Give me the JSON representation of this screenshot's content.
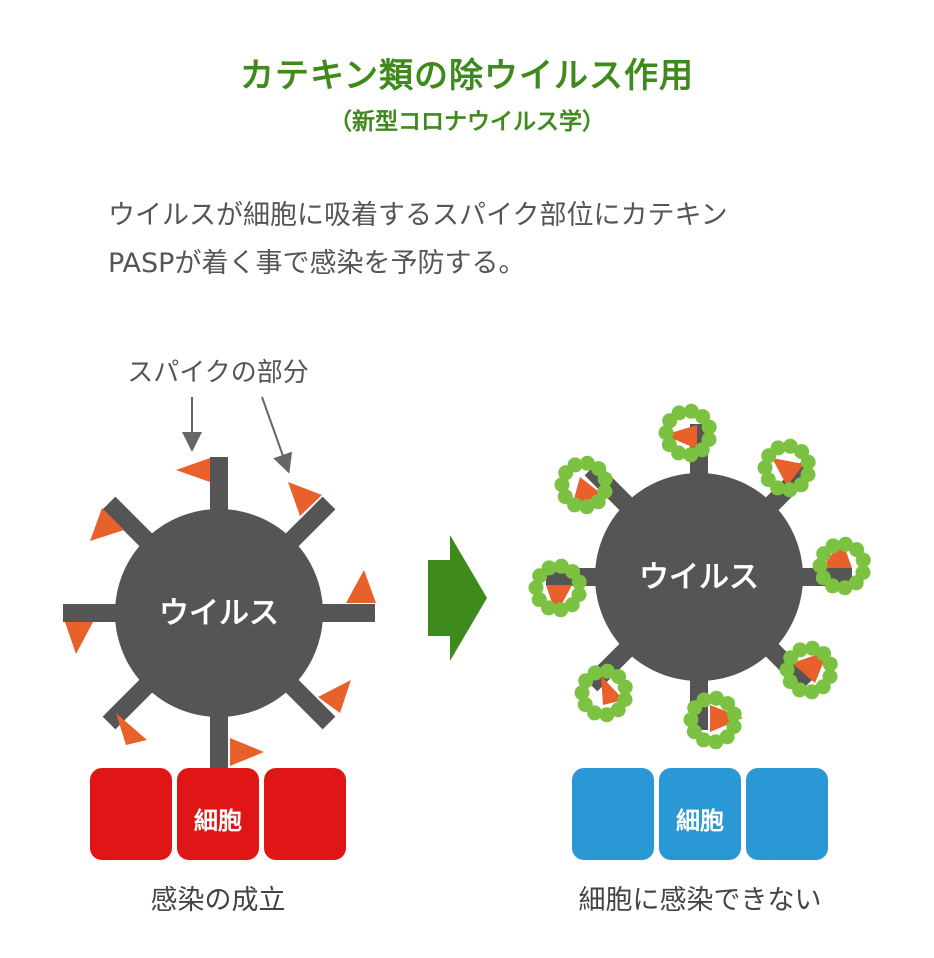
{
  "title": "カテキン類の除ウイルス作用",
  "subtitle": "（新型コロナウイルス学）",
  "description": {
    "line1": "ウイルスが細胞に吸着するスパイク部位にカテキン",
    "line2": "PASPが着く事で感染を予防する。"
  },
  "left_panel": {
    "spike_callout": "スパイクの部分",
    "virus_label": "ウイルス",
    "cell_label": "細胞",
    "caption": "感染の成立"
  },
  "right_panel": {
    "virus_label": "ウイルス",
    "cell_label": "細胞",
    "caption": "細胞に感染できない"
  },
  "colors": {
    "title_green": "#3f8a1c",
    "virus_gray": "#555555",
    "spike_orange": "#e8602a",
    "catechin_green": "#7cc242",
    "infected_cell_red": "#e01515",
    "protected_cell_blue": "#2a98d4",
    "arrow_green": "#3f8a1c"
  }
}
